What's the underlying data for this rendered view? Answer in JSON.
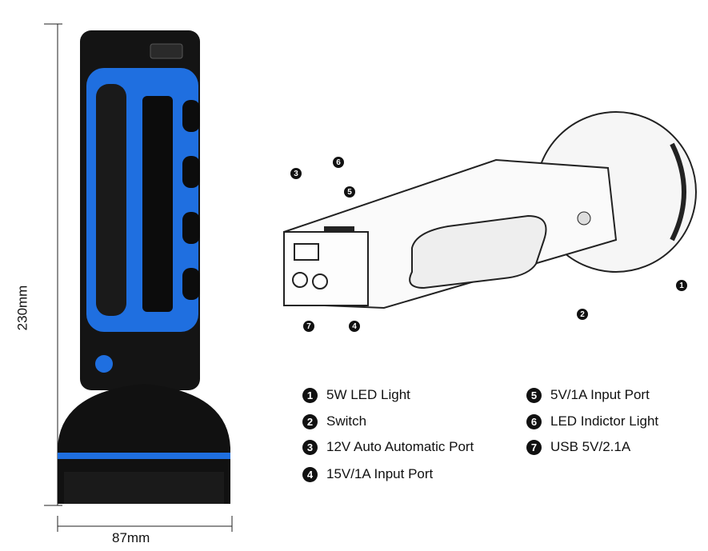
{
  "dimensions": {
    "height": "230mm",
    "width": "87mm"
  },
  "legend": [
    {
      "num": "1",
      "label": "5W LED Light"
    },
    {
      "num": "2",
      "label": "Switch"
    },
    {
      "num": "3",
      "label": "12V Auto Automatic Port"
    },
    {
      "num": "4",
      "label": "15V/1A Input Port"
    },
    {
      "num": "5",
      "label": "5V/1A Input Port"
    },
    {
      "num": "6",
      "label": "LED Indictor Light"
    },
    {
      "num": "7",
      "label": "USB 5V/2.1A"
    }
  ],
  "colors": {
    "accent": "#1f6fe0",
    "body": "#111111"
  }
}
